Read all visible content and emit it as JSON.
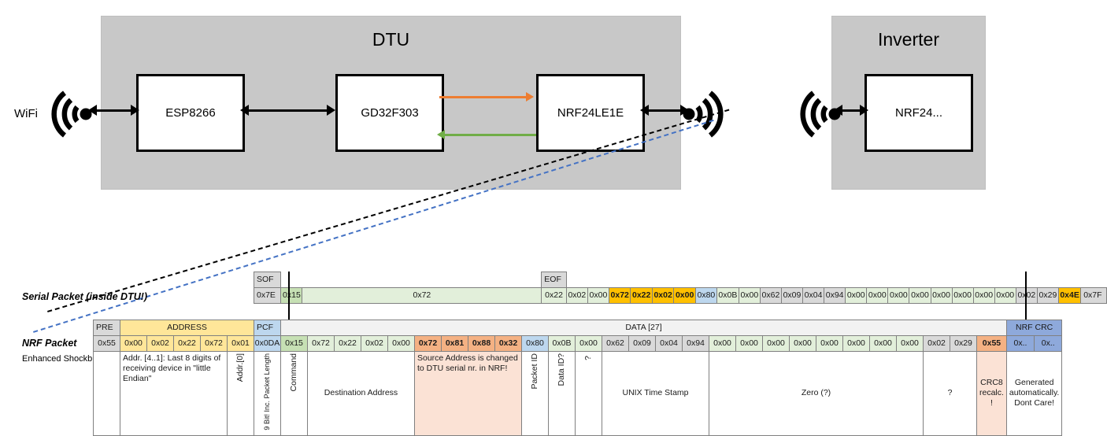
{
  "diagram": {
    "dtu": {
      "title": "DTU",
      "chips": [
        {
          "name": "esp8266",
          "label": "ESP8266"
        },
        {
          "name": "gd32f303",
          "label": "GD32F303"
        },
        {
          "name": "nrf24le1e",
          "label": "NRF24LE1E"
        }
      ]
    },
    "inverter": {
      "title": "Inverter",
      "chips": [
        {
          "name": "nrf24",
          "label": "NRF24..."
        }
      ]
    },
    "wifi_label": "WiFi",
    "colors": {
      "group_fill": "#c8c8c8",
      "orange_arrow": "#ED7D31",
      "green_arrow": "#70AD47",
      "serial_callout": "#000000",
      "nrf_callout": "#4472C4"
    }
  },
  "serial_packet": {
    "row_label": "Serial Packet (inside DTU!)",
    "sof_header": "SOF",
    "eof_header": "EOF",
    "sof_value": "0x7E",
    "eof_value": "0x7F",
    "bytes": [
      {
        "v": "0x15",
        "c": "c-greenmid"
      },
      {
        "v": "0x72",
        "c": "c-green"
      },
      {
        "v": "0x22",
        "c": "c-green"
      },
      {
        "v": "0x02",
        "c": "c-green"
      },
      {
        "v": "0x00",
        "c": "c-green"
      },
      {
        "v": "0x72",
        "c": "c-orange"
      },
      {
        "v": "0x22",
        "c": "c-orange"
      },
      {
        "v": "0x02",
        "c": "c-orange"
      },
      {
        "v": "0x00",
        "c": "c-orange"
      },
      {
        "v": "0x80",
        "c": "c-blue"
      },
      {
        "v": "0x0B",
        "c": "c-green"
      },
      {
        "v": "0x00",
        "c": "c-green"
      },
      {
        "v": "0x62",
        "c": "c-gray"
      },
      {
        "v": "0x09",
        "c": "c-gray"
      },
      {
        "v": "0x04",
        "c": "c-gray"
      },
      {
        "v": "0x94",
        "c": "c-gray"
      },
      {
        "v": "0x00",
        "c": "c-green"
      },
      {
        "v": "0x00",
        "c": "c-green"
      },
      {
        "v": "0x00",
        "c": "c-green"
      },
      {
        "v": "0x00",
        "c": "c-green"
      },
      {
        "v": "0x00",
        "c": "c-green"
      },
      {
        "v": "0x00",
        "c": "c-green"
      },
      {
        "v": "0x00",
        "c": "c-green"
      },
      {
        "v": "0x00",
        "c": "c-green"
      },
      {
        "v": "0x02",
        "c": "c-gray"
      },
      {
        "v": "0x29",
        "c": "c-gray"
      },
      {
        "v": "0x4E",
        "c": "c-orange"
      }
    ]
  },
  "nrf_packet": {
    "row_label": "NRF Packet",
    "row_sublabel": "Enhanced Shockburst",
    "headers": [
      {
        "name": "pre",
        "label": "PRE",
        "span": 1,
        "cls": "hdr"
      },
      {
        "name": "address",
        "label": "ADDRESS",
        "span": 5,
        "cls": "hdr-yel"
      },
      {
        "name": "pcf",
        "label": "PCF",
        "span": 1,
        "cls": "hdr-blu"
      },
      {
        "name": "data",
        "label": "DATA [27]",
        "span": 27,
        "cls": "hdr-data"
      },
      {
        "name": "nrf-crc",
        "label": "NRF CRC",
        "span": 2,
        "cls": "hdr-nrfcrc"
      }
    ],
    "bytes": [
      {
        "v": "0x55",
        "c": "c-gray"
      },
      {
        "v": "0x00",
        "c": "c-yel-light"
      },
      {
        "v": "0x02",
        "c": "c-yel-light"
      },
      {
        "v": "0x22",
        "c": "c-yel-light"
      },
      {
        "v": "0x72",
        "c": "c-yel-light"
      },
      {
        "v": "0x01",
        "c": "c-yel-light"
      },
      {
        "v": "0x0DA",
        "c": "c-blue"
      },
      {
        "v": "0x15",
        "c": "c-greenmid"
      },
      {
        "v": "0x72",
        "c": "c-green"
      },
      {
        "v": "0x22",
        "c": "c-green"
      },
      {
        "v": "0x02",
        "c": "c-green"
      },
      {
        "v": "0x00",
        "c": "c-green"
      },
      {
        "v": "0x72",
        "c": "c-salmon"
      },
      {
        "v": "0x81",
        "c": "c-salmon"
      },
      {
        "v": "0x88",
        "c": "c-salmon"
      },
      {
        "v": "0x32",
        "c": "c-salmon"
      },
      {
        "v": "0x80",
        "c": "c-blue"
      },
      {
        "v": "0x0B",
        "c": "c-green"
      },
      {
        "v": "0x00",
        "c": "c-green"
      },
      {
        "v": "0x62",
        "c": "c-gray"
      },
      {
        "v": "0x09",
        "c": "c-gray"
      },
      {
        "v": "0x04",
        "c": "c-gray"
      },
      {
        "v": "0x94",
        "c": "c-gray"
      },
      {
        "v": "0x00",
        "c": "c-green"
      },
      {
        "v": "0x00",
        "c": "c-green"
      },
      {
        "v": "0x00",
        "c": "c-green"
      },
      {
        "v": "0x00",
        "c": "c-green"
      },
      {
        "v": "0x00",
        "c": "c-green"
      },
      {
        "v": "0x00",
        "c": "c-green"
      },
      {
        "v": "0x00",
        "c": "c-green"
      },
      {
        "v": "0x00",
        "c": "c-green"
      },
      {
        "v": "0x02",
        "c": "c-gray"
      },
      {
        "v": "0x29",
        "c": "c-gray"
      },
      {
        "v": "0x55",
        "c": "c-salmon"
      },
      {
        "v": "0x..",
        "c": "c-nrfcrc"
      },
      {
        "v": "0x..",
        "c": "c-nrfcrc"
      }
    ],
    "descriptions": [
      {
        "name": "desc-pre",
        "text": "",
        "span": 1,
        "rot": false,
        "align": "center",
        "fill": "c-white"
      },
      {
        "name": "desc-address",
        "text": "Addr. [4..1]:\nLast 8 digits of receiving device in \"little Endian\"",
        "span": 4,
        "rot": false,
        "align": "left",
        "fill": "c-white"
      },
      {
        "name": "desc-addr0",
        "text": "Addr.[0]",
        "span": 1,
        "rot": true,
        "align": "center",
        "fill": "c-white"
      },
      {
        "name": "desc-packet-length",
        "text": "9 Bit!\nInc. Packet Length",
        "span": 1,
        "rot": "two",
        "align": "center",
        "fill": "c-white"
      },
      {
        "name": "desc-command",
        "text": "Command",
        "span": 1,
        "rot": true,
        "align": "center",
        "fill": "c-white"
      },
      {
        "name": "desc-destination-address",
        "text": "Destination Address",
        "span": 4,
        "rot": false,
        "align": "center",
        "fill": "c-white"
      },
      {
        "name": "desc-source-address",
        "text": "Source Address is changed to DTU serial nr. in NRF!",
        "span": 4,
        "rot": false,
        "align": "left",
        "fill": "salmon-cell"
      },
      {
        "name": "desc-packet-id",
        "text": "Packet ID",
        "span": 1,
        "rot": true,
        "align": "center",
        "fill": "c-white"
      },
      {
        "name": "desc-data-id",
        "text": "Data ID?",
        "span": 1,
        "rot": true,
        "align": "center",
        "fill": "c-white"
      },
      {
        "name": "desc-unknown-1",
        "text": "?",
        "span": 1,
        "rot": true,
        "align": "center",
        "fill": "c-white"
      },
      {
        "name": "desc-unix-time-stamp",
        "text": "UNIX Time Stamp",
        "span": 4,
        "rot": false,
        "align": "center",
        "fill": "c-white"
      },
      {
        "name": "desc-zero",
        "text": "Zero (?)",
        "span": 8,
        "rot": false,
        "align": "center",
        "fill": "c-white"
      },
      {
        "name": "desc-unknown-2",
        "text": "?",
        "span": 2,
        "rot": false,
        "align": "center",
        "fill": "c-white"
      },
      {
        "name": "desc-crc8",
        "text": "CRC8 recalc. !",
        "span": 1,
        "rot": false,
        "align": "center",
        "fill": "salmon-cell"
      },
      {
        "name": "desc-nrf-crc",
        "text": "Generated automatically. Dont Care!",
        "span": 2,
        "rot": false,
        "align": "center",
        "fill": "c-white"
      }
    ]
  }
}
